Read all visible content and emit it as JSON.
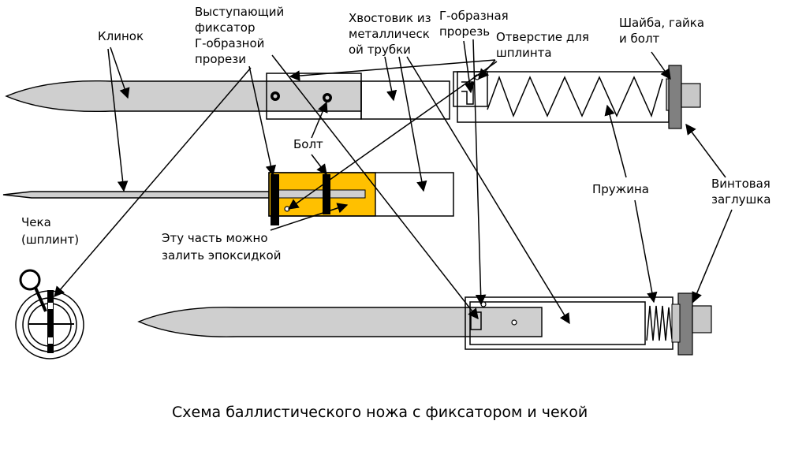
{
  "labels": {
    "klinok": "Клинок",
    "fiksator": [
      "Выступающий",
      "фиксатор",
      "Г-образной",
      "прорези"
    ],
    "khvostovik": [
      "Хвостовик из",
      "металлическ",
      "ой трубки"
    ],
    "g_prorez": [
      "Г-образная",
      "прорезь"
    ],
    "otverstie": [
      "Отверстие для",
      "шплинта"
    ],
    "shaiba": [
      "Шайба, гайка",
      "и болт"
    ],
    "bolt": "Болт",
    "prujina": "Пружина",
    "zaglushka": [
      "Винтовая",
      "заглушка"
    ],
    "cheka": [
      "Чека",
      "(шплинт)"
    ],
    "epoxy": [
      "Эту часть можно",
      "залить эпоксидкой"
    ]
  },
  "caption": "Схема баллистического ножа с фиксатором и чекой",
  "colors": {
    "blade": "#cfcfcf",
    "epoxy": "#ffc000",
    "cap": "#808080",
    "nut": "#c8c8c8"
  }
}
